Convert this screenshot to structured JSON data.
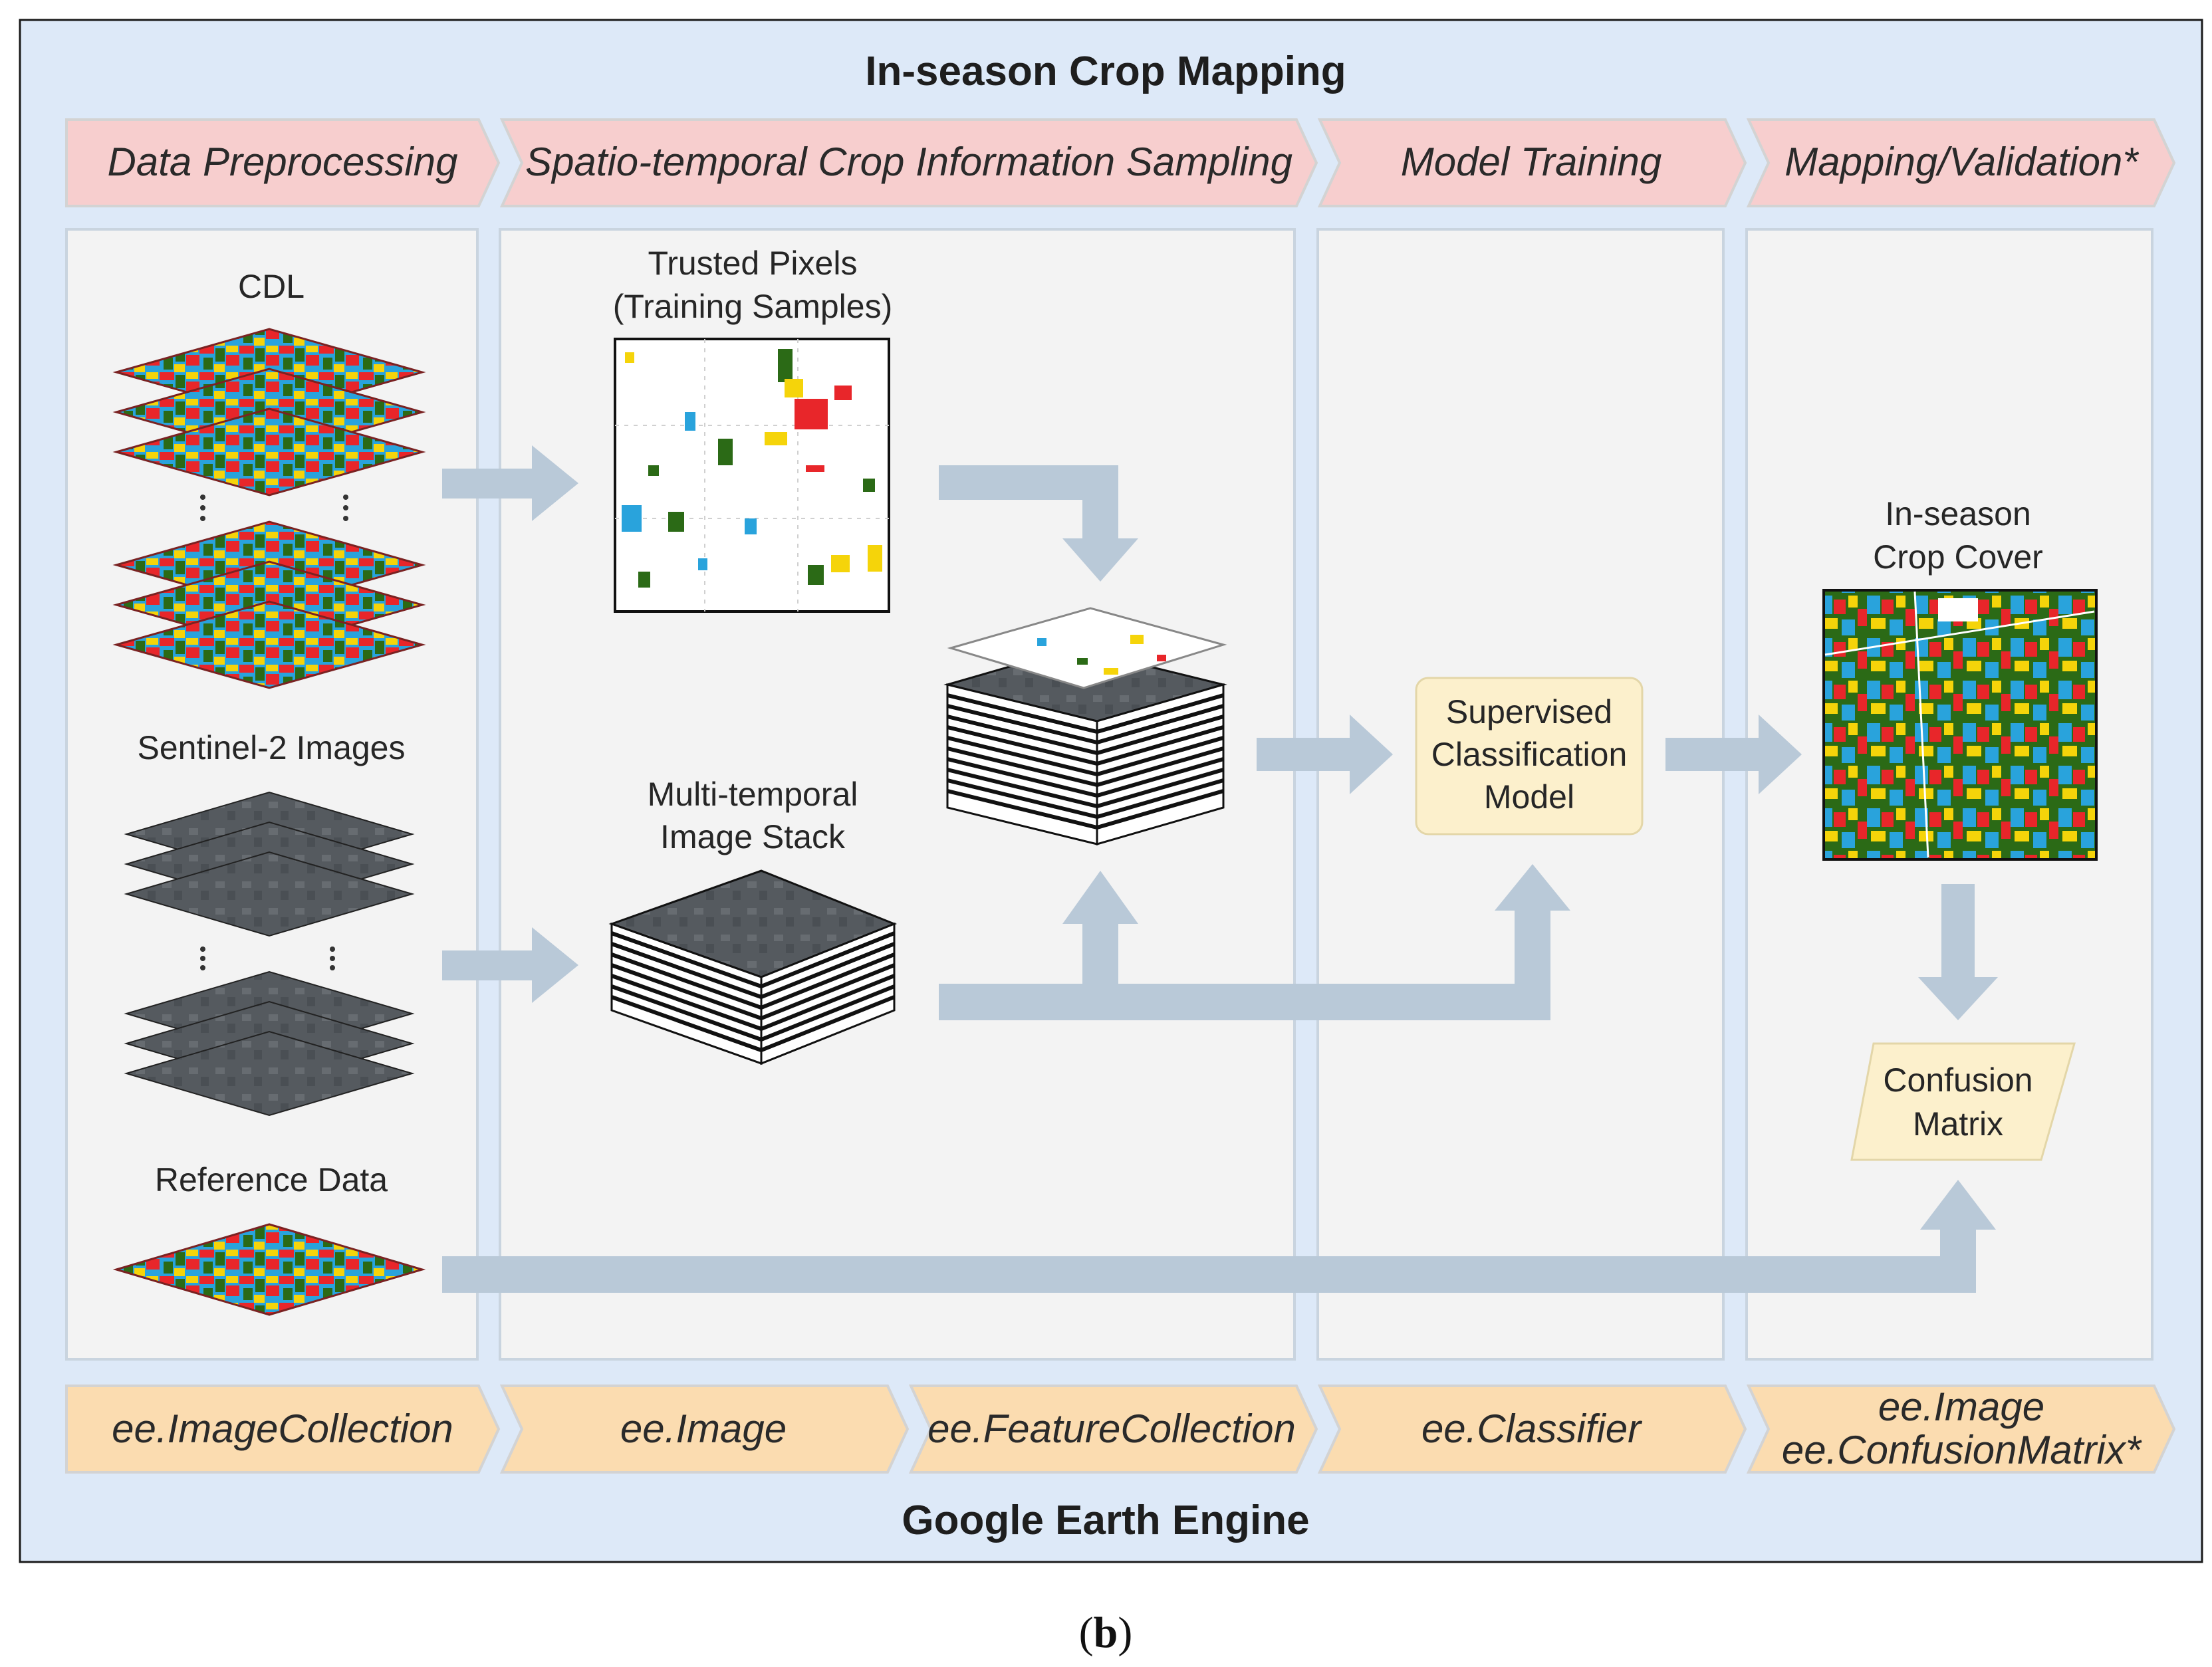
{
  "title": "In-season Crop Mapping",
  "footer": "Google Earth Engine",
  "caption": {
    "open": "(",
    "letter": "b",
    "close": ")"
  },
  "stages": [
    "Data Preprocessing",
    "Spatio-temporal Crop Information Sampling",
    "Model Training",
    "Mapping/Validation*"
  ],
  "api": [
    "ee.ImageCollection",
    "ee.Image",
    "ee.FeatureCollection",
    "ee.Classifier",
    "ee.Image",
    "ee.ConfusionMatrix*"
  ],
  "labels": {
    "cdl": "CDL",
    "sentinel": "Sentinel-2 Images",
    "reference": "Reference Data",
    "trusted_1": "Trusted Pixels",
    "trusted_2": "(Training Samples)",
    "stack_1": "Multi-temporal",
    "stack_2": "Image Stack",
    "model_1": "Supervised",
    "model_2": "Classification",
    "model_3": "Model",
    "cover_1": "In-season",
    "cover_2": "Crop Cover",
    "conf_1": "Confusion",
    "conf_2": "Matrix"
  },
  "colors": {
    "outer_bg": "#dde9f8",
    "panel_bg": "#f3f3f3",
    "stage_banner": "#f7cece",
    "api_banner": "#fbdcb0",
    "arrow": "#b9c9d8",
    "model_box": "#fcf0cc",
    "crop_red": "#e8262a",
    "crop_green": "#2b6a16",
    "crop_blue": "#29a3dc",
    "crop_yellow": "#f5d40a"
  }
}
